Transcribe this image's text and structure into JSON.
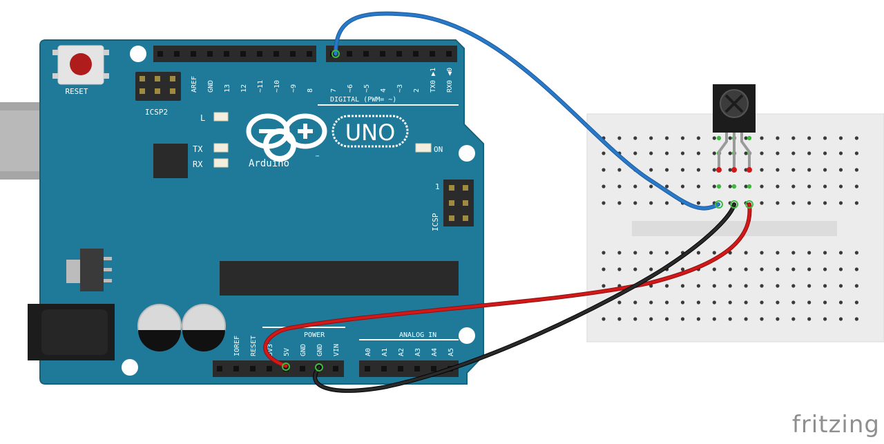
{
  "watermark": "fritzing",
  "board": {
    "reset_label": "RESET",
    "icsp2_label": "ICSP2",
    "icsp_label": "ICSP",
    "icsp_pin1": "1",
    "led_l": "L",
    "led_tx": "TX",
    "led_rx": "RX",
    "led_on": "ON",
    "brand_model": "UNO",
    "brand_name": "Arduino",
    "brand_tm": "™",
    "digital_label": "DIGITAL (PWM= ~)",
    "power_label": "POWER",
    "analog_label": "ANALOG IN",
    "digital_pins": [
      "AREF",
      "GND",
      "13",
      "12",
      "~11",
      "~10",
      "~9",
      "8",
      "7",
      "~6",
      "~5",
      "4",
      "~3",
      "2",
      "TX0 ▶1",
      "RX0 ◀0"
    ],
    "power_pins": [
      "IOREF",
      "RESET",
      "3V3",
      "5V",
      "GND",
      "GND",
      "VIN"
    ],
    "analog_pins": [
      "A0",
      "A1",
      "A2",
      "A3",
      "A4",
      "A5"
    ]
  },
  "colors": {
    "board": "#1f7a99",
    "board_edge": "#17627b",
    "header": "#2b2b2b",
    "wire_signal": "#2a79c9",
    "wire_vcc": "#d11919",
    "wire_gnd": "#1c1c1c",
    "pin_highlight": "#3dbb3d",
    "breadboard": "#ededed"
  }
}
